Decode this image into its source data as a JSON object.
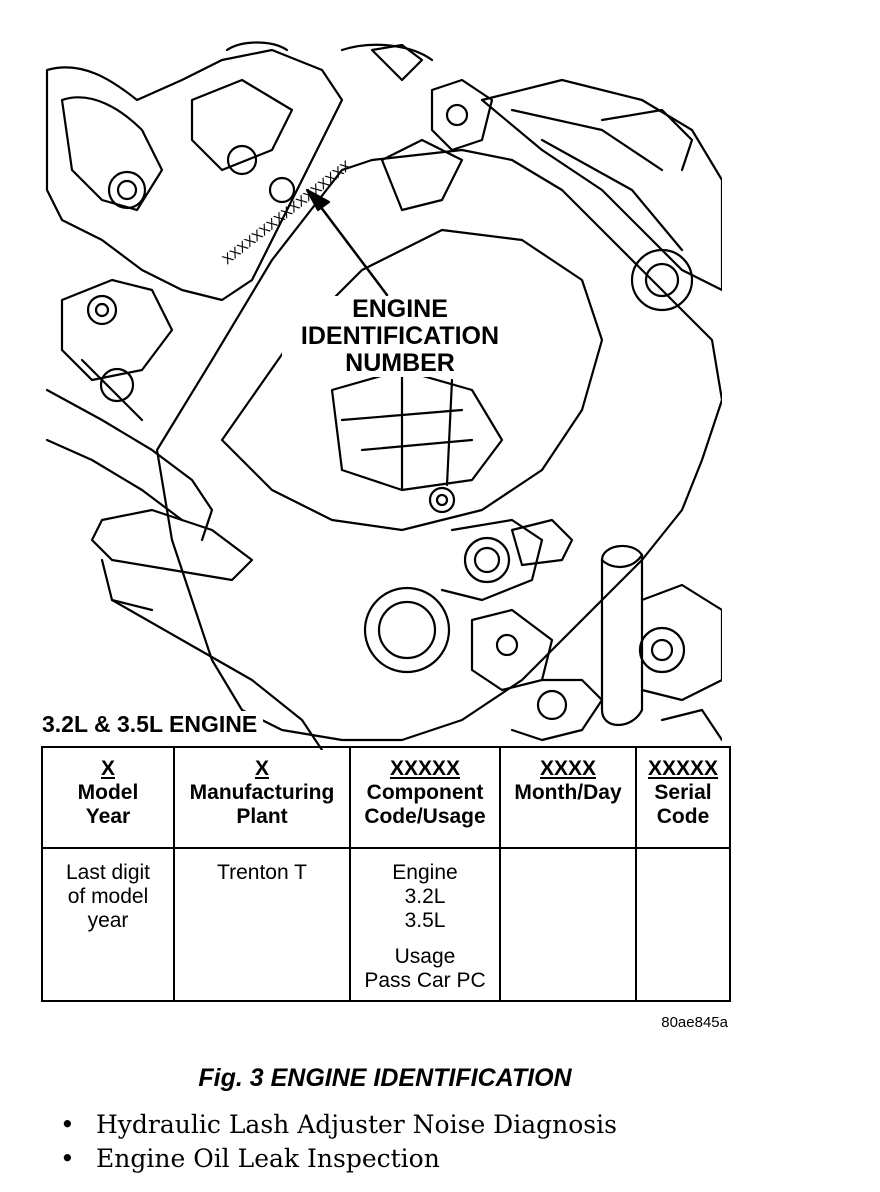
{
  "illustration": {
    "callout_lines": [
      "ENGINE",
      "IDENTIFICATION",
      "NUMBER"
    ],
    "stamped_marks": "XXXXXXXXXXXXXXXXX"
  },
  "engine_heading": "3.2L & 3.5L ENGINE",
  "table": {
    "columns": [
      {
        "code": "X",
        "title": [
          "Model",
          "Year"
        ],
        "value": [
          "Last digit",
          "of model",
          "year"
        ]
      },
      {
        "code": "X",
        "title": [
          "Manufacturing",
          "Plant"
        ],
        "value": [
          "Trenton T"
        ]
      },
      {
        "code": "XXXXX",
        "title": [
          "Component",
          "Code/Usage"
        ],
        "value": [
          "Engine",
          "3.2L",
          "3.5L"
        ],
        "value2": [
          "Usage",
          "Pass Car PC"
        ]
      },
      {
        "code": "XXXX",
        "title": [
          "Month/Day"
        ],
        "value": []
      },
      {
        "code": "XXXXX",
        "title": [
          "Serial",
          "Code"
        ],
        "value": []
      }
    ]
  },
  "figure_code": "80ae845a",
  "caption": "Fig. 3 ENGINE IDENTIFICATION",
  "bullets": [
    "Hydraulic Lash Adjuster Noise Diagnosis",
    "Engine Oil Leak Inspection"
  ]
}
